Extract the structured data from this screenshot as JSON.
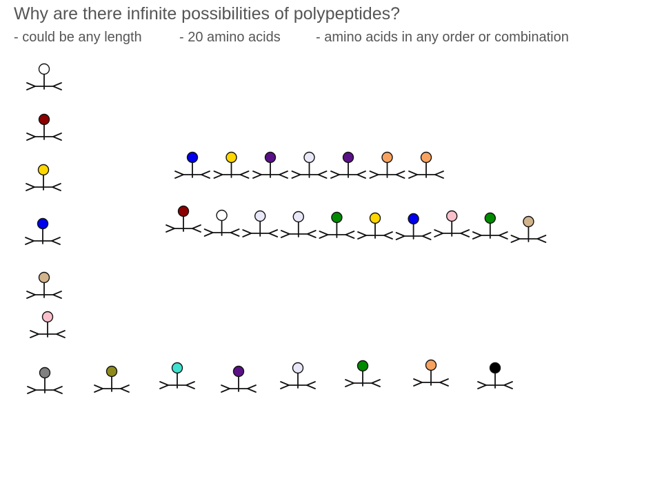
{
  "slide": {
    "title": "Why are there infinite possibilities of polypeptides?",
    "points": [
      "- could be any length",
      "- 20 amino acids",
      "- amino acids in any order or combination"
    ]
  },
  "colors": {
    "white": "#ffffff",
    "darkred": "#8b0000",
    "yellow": "#ffd700",
    "blue": "#0000ee",
    "tan": "#d2b48c",
    "pink": "#f9c0cb",
    "gray": "#808080",
    "olive": "#8e8b1c",
    "cyan": "#3fe0d0",
    "purple": "#5a1087",
    "lavender": "#e8e8f8",
    "green": "#008a00",
    "orange": "#f7a35f",
    "black": "#000000"
  },
  "amino_acid_icon": "amino-acid-molecule-icon",
  "single_amino_acids": {
    "left_column": [
      "white",
      "darkred",
      "yellow",
      "blue",
      "tan",
      "pink"
    ],
    "bottom_row": [
      "gray",
      "olive",
      "cyan",
      "purple",
      "lavender",
      "green",
      "orange",
      "black"
    ]
  },
  "polypeptides": [
    {
      "name": "polypeptide-short",
      "sequence": [
        "blue",
        "yellow",
        "purple",
        "lavender",
        "purple",
        "orange",
        "orange"
      ]
    },
    {
      "name": "polypeptide-long",
      "sequence": [
        "darkred",
        "white",
        "lavender",
        "lavender",
        "green",
        "yellow",
        "blue",
        "pink",
        "green",
        "tan"
      ]
    }
  ]
}
